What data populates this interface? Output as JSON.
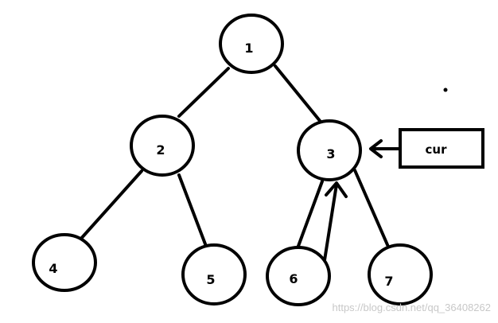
{
  "nodes": [
    {
      "id": "1",
      "label": "1"
    },
    {
      "id": "2",
      "label": "2"
    },
    {
      "id": "3",
      "label": "3"
    },
    {
      "id": "4",
      "label": "4"
    },
    {
      "id": "5",
      "label": "5"
    },
    {
      "id": "6",
      "label": "6"
    },
    {
      "id": "7",
      "label": "7"
    }
  ],
  "edges": [
    {
      "from": "1",
      "to": "2"
    },
    {
      "from": "1",
      "to": "3"
    },
    {
      "from": "2",
      "to": "4"
    },
    {
      "from": "2",
      "to": "5"
    },
    {
      "from": "3",
      "to": "6"
    },
    {
      "from": "3",
      "to": "7"
    }
  ],
  "pointer": {
    "label": "cur",
    "target": "3"
  },
  "back_arrow": {
    "from": "6",
    "to": "3"
  },
  "watermark": "https://blog.csdn.net/qq_36408262",
  "colors": {
    "stroke": "#000000",
    "background": "#ffffff",
    "watermark": "#c8c8c8"
  }
}
